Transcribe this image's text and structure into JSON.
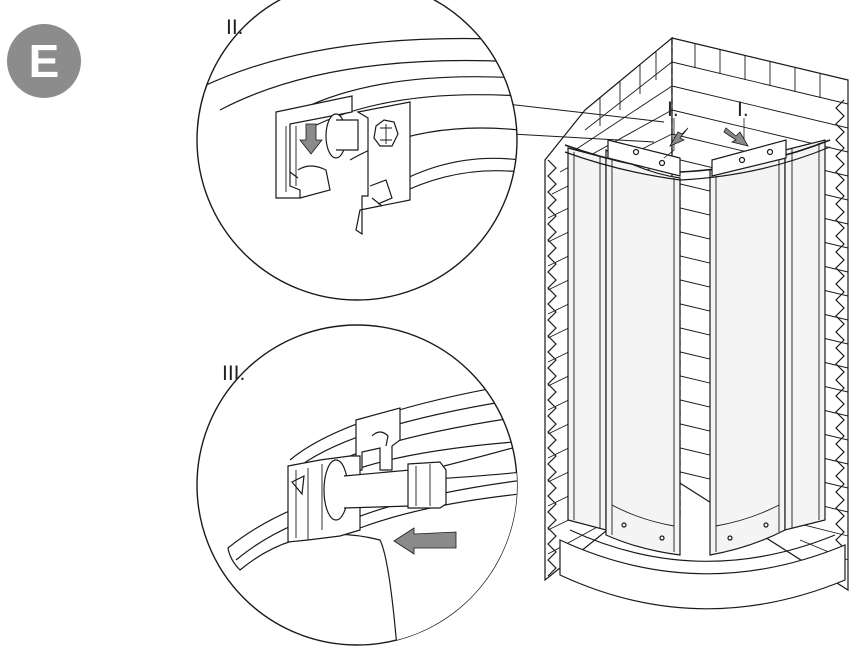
{
  "step": {
    "letter": "E",
    "badge_color": "#8c8c8c"
  },
  "labels": {
    "detail_two": "II.",
    "detail_three": "III.",
    "marker_left": "I.",
    "marker_right": "I."
  },
  "colors": {
    "line": "#1a1a1a",
    "arrow": "#8a8a8a",
    "glass": "#f4f4f4"
  },
  "icons": [
    "down-arrow-icon",
    "left-arrow-icon",
    "corner-arrow-icon"
  ]
}
